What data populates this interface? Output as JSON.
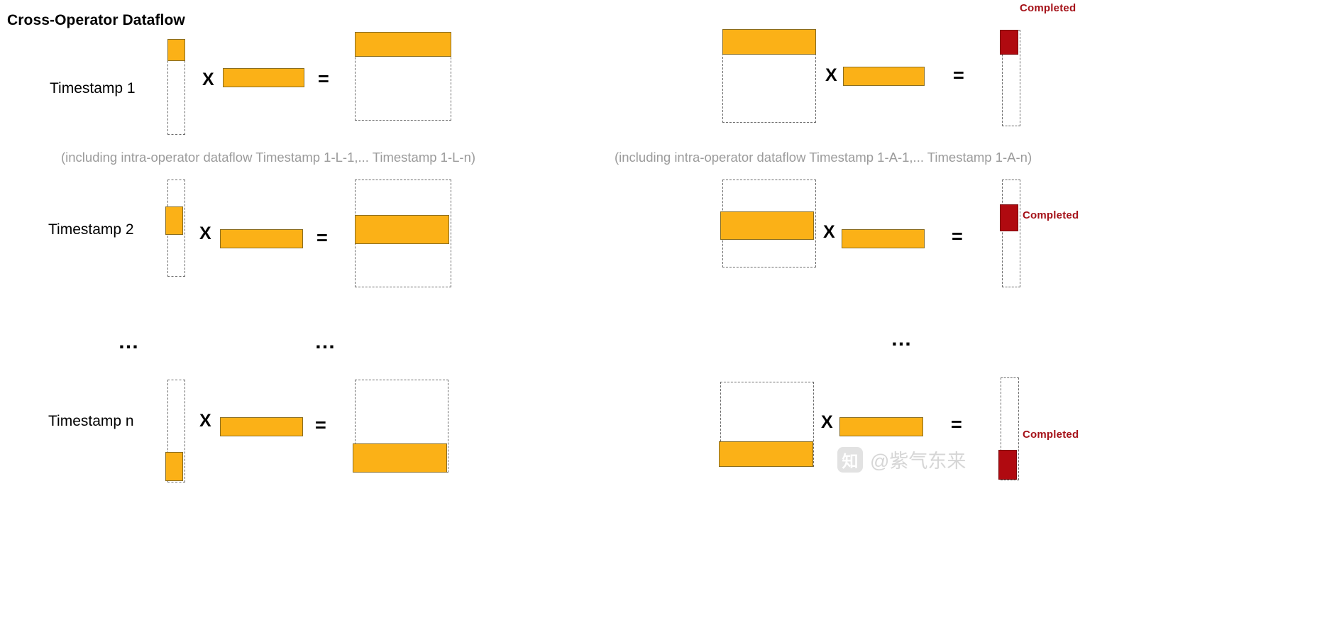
{
  "title": "Cross-Operator Dataflow",
  "colors": {
    "amber": "#FBB117",
    "amber_border": "#8a6d21",
    "crimson": "#B00A10",
    "crimson_border": "#7a0a0e",
    "dashed_outline": "#6b6b6b",
    "caption_grey": "#9b9b9b",
    "completed_red": "#A51219"
  },
  "operators": {
    "multiply": "X",
    "equals": "=",
    "ellipsis": "…"
  },
  "rows": [
    {
      "label": "Timestamp 1"
    },
    {
      "label": "Timestamp 2"
    },
    {
      "label": "Timestamp n"
    }
  ],
  "captions": {
    "left": "(including intra-operator dataflow Timestamp 1-L-1,... Timestamp 1-L-n)",
    "right": "(including intra-operator dataflow Timestamp 1-A-1,... Timestamp 1-A-n)"
  },
  "status": {
    "completed": "Completed"
  },
  "left_group": {
    "name": "linear-operator-dataflow",
    "operand_a": "column-vector",
    "operand_b": "row-weights",
    "result": "output-matrix"
  },
  "right_group": {
    "name": "attention-operator-dataflow",
    "operand_a": "input-matrix",
    "operand_b": "row-weights",
    "result": "output-column-vector"
  },
  "watermark": {
    "handle": "@紫气东来",
    "logo": "知"
  }
}
